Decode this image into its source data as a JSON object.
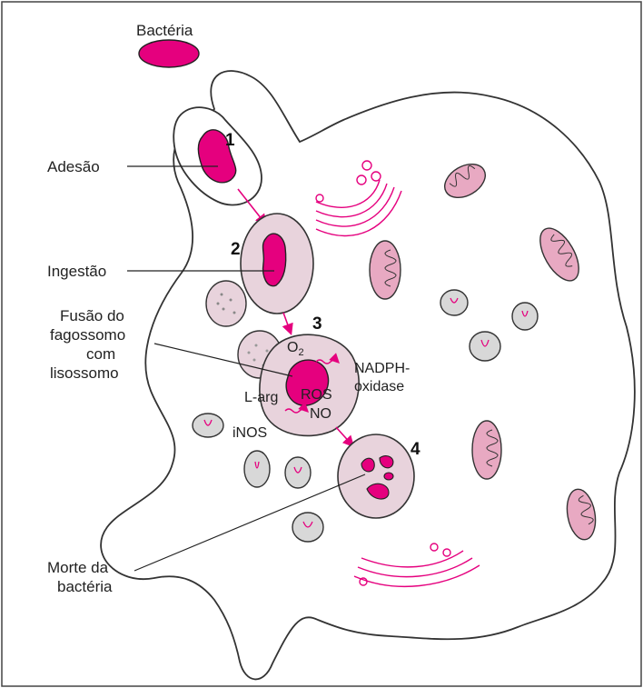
{
  "labels": {
    "bacteria": "Bactéria",
    "adhesion": "Adesão",
    "ingestion": "Ingestão",
    "fusion": [
      "Fusão do",
      "fagossomo",
      "com",
      "lisossomo"
    ],
    "death": [
      "Morte da",
      "bactéria"
    ]
  },
  "steps": [
    "1",
    "2",
    "3",
    "4"
  ],
  "inner_labels": {
    "o2_main": "O",
    "o2_sub": "2",
    "larg": "L-arg",
    "ros": "ROS",
    "nadph": [
      "NADPH-",
      "oxidase"
    ],
    "no": "NO",
    "inos": "iNOS"
  },
  "colors": {
    "bacteria": "#e5007e",
    "vesicle": "#e8d3dc",
    "vesicle_stroke": "#333333",
    "mitochondria": "#e8a9c2",
    "arrow": "#e5007e",
    "golgi": "#e5007e",
    "granule": "#d8d8d8"
  }
}
